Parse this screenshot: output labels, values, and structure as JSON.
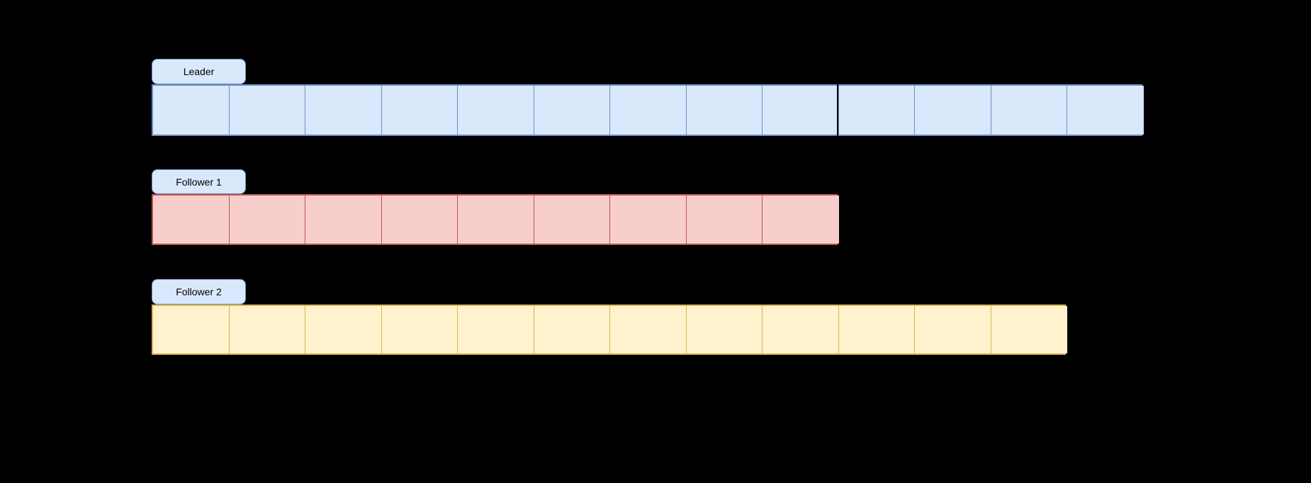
{
  "diagram": {
    "background_color": "#000000",
    "label_style": {
      "fill": "#dae8fc",
      "stroke": "#6c8ebf",
      "text_color": "#000000"
    },
    "commit_divider": {
      "node": "leader",
      "after_cell": 9,
      "color": "#000000"
    },
    "nodes": [
      {
        "id": "leader",
        "label": "Leader",
        "cell_count": 13,
        "cell_fill": "#dae8fc",
        "cell_stroke": "#6c8ebf"
      },
      {
        "id": "follower-1",
        "label": "Follower 1",
        "cell_count": 9,
        "cell_fill": "#f8cecc",
        "cell_stroke": "#b85450"
      },
      {
        "id": "follower-2",
        "label": "Follower 2",
        "cell_count": 12,
        "cell_fill": "#fff2cc",
        "cell_stroke": "#d6b656"
      }
    ]
  }
}
